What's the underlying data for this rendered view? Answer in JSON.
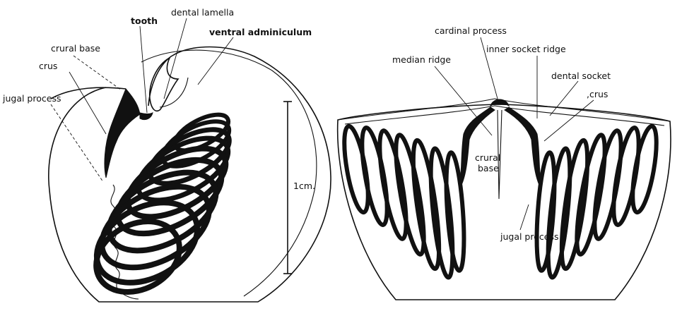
{
  "left_view": {
    "labels": {
      "tooth": "tooth",
      "dental_lamella": "dental lamella",
      "crural_base": "crural base",
      "ventral_adminiculum": "ventral adminiculum",
      "crus": "crus",
      "jugal_process": "jugal process"
    }
  },
  "scale": {
    "label": "1cm."
  },
  "right_view": {
    "labels": {
      "cardinal_process": "cardinal process",
      "inner_socket_ridge": "inner socket ridge",
      "median_ridge": "median ridge",
      "dental_socket": "dental socket",
      "crus": ",crus",
      "crural_base_1": "crural",
      "crural_base_2": "base",
      "jugal_process": "jugal process"
    }
  }
}
